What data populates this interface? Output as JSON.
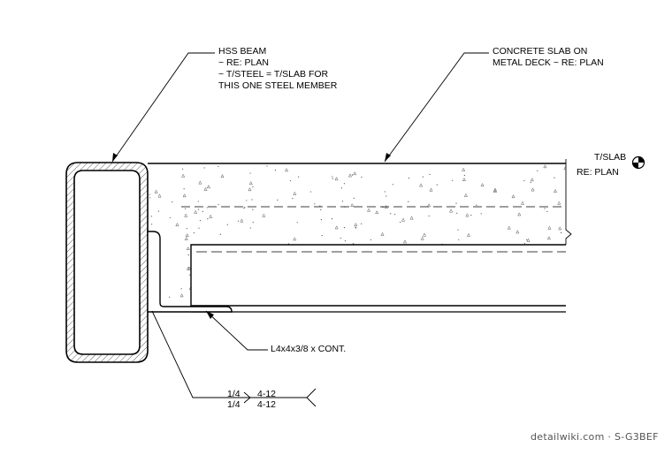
{
  "labels": {
    "hss_beam": [
      "HSS BEAM",
      "~ RE: PLAN",
      "~ T/STEEL = T/SLAB FOR",
      "THIS ONE STEEL MEMBER"
    ],
    "slab": [
      "CONCRETE SLAB ON",
      "METAL DECK ~ RE: PLAN"
    ],
    "elevation": [
      "T/SLAB",
      "RE: PLAN"
    ],
    "angle": "L4x4x3/8 x CONT.",
    "weld": [
      {
        "size": "1/4",
        "length_pitch": "4-12"
      },
      {
        "size": "1/4",
        "length_pitch": "4-12"
      }
    ]
  },
  "watermark": {
    "site": "detailwiki.com",
    "separator": "·",
    "code": "S-G3BEF"
  },
  "colors": {
    "line": "#000000",
    "hatch": "#333333",
    "stipple": "#555555",
    "watermark": "#555555"
  }
}
